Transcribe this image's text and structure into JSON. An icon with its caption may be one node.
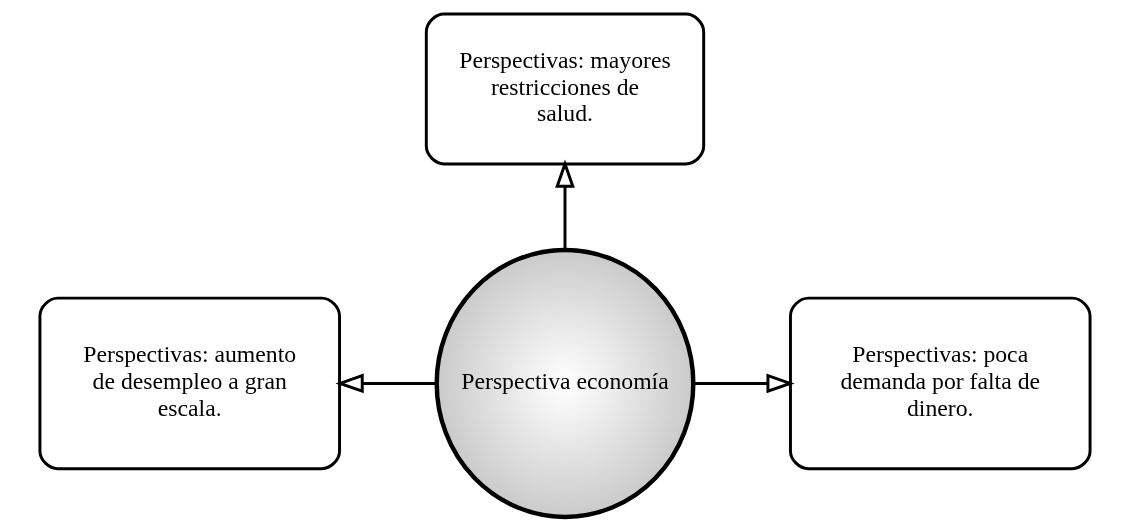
{
  "diagram": {
    "nodes": [
      {
        "text": [
          "Perspectivas: mayores restricciones de salud."
        ]
      },
      {
        "text": [
          "Perspectivas: aumento de desempleo a gran escala."
        ]
      },
      {
        "text": [
          "Perspectiva economía"
        ]
      },
      {
        "text": [
          "Perspectivas: poca demanda por falta de dinero."
        ]
      }
    ],
    "edges": [
      {
        "from": 2,
        "to": 0,
        "arrow": "to"
      },
      {
        "from": 2,
        "to": 1,
        "arrow": "to"
      },
      {
        "from": 2,
        "to": 3,
        "arrow": "to"
      }
    ]
  }
}
